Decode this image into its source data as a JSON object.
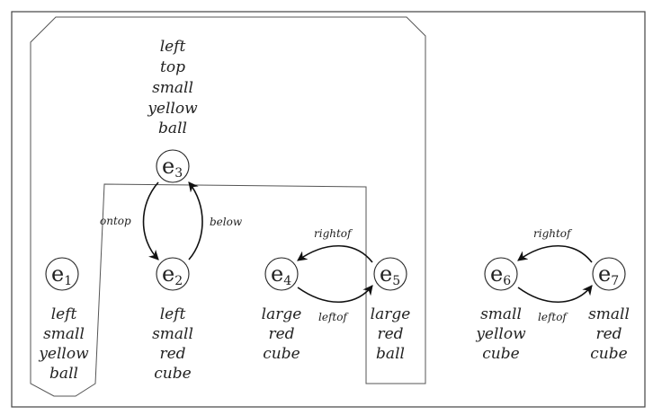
{
  "nodes": [
    {
      "id": "e1",
      "letter": "e",
      "index": "1",
      "attributes": [
        "left",
        "small",
        "yellow",
        "ball"
      ]
    },
    {
      "id": "e2",
      "letter": "e",
      "index": "2",
      "attributes": [
        "left",
        "small",
        "red",
        "cube"
      ]
    },
    {
      "id": "e3",
      "letter": "e",
      "index": "3",
      "attributes": [
        "left",
        "top",
        "small",
        "yellow",
        "ball"
      ]
    },
    {
      "id": "e4",
      "letter": "e",
      "index": "4",
      "attributes": [
        "large",
        "red",
        "cube"
      ]
    },
    {
      "id": "e5",
      "letter": "e",
      "index": "5",
      "attributes": [
        "large",
        "red",
        "ball"
      ]
    },
    {
      "id": "e6",
      "letter": "e",
      "index": "6",
      "attributes": [
        "small",
        "yellow",
        "cube"
      ]
    },
    {
      "id": "e7",
      "letter": "e",
      "index": "7",
      "attributes": [
        "small",
        "red",
        "cube"
      ]
    }
  ],
  "edges": [
    {
      "from": "e3",
      "to": "e2",
      "label": "ontop"
    },
    {
      "from": "e2",
      "to": "e3",
      "label": "below"
    },
    {
      "from": "e5",
      "to": "e4",
      "label": "rightof"
    },
    {
      "from": "e4",
      "to": "e5",
      "label": "leftof"
    },
    {
      "from": "e7",
      "to": "e6",
      "label": "rightof"
    },
    {
      "from": "e6",
      "to": "e7",
      "label": "leftof"
    }
  ]
}
